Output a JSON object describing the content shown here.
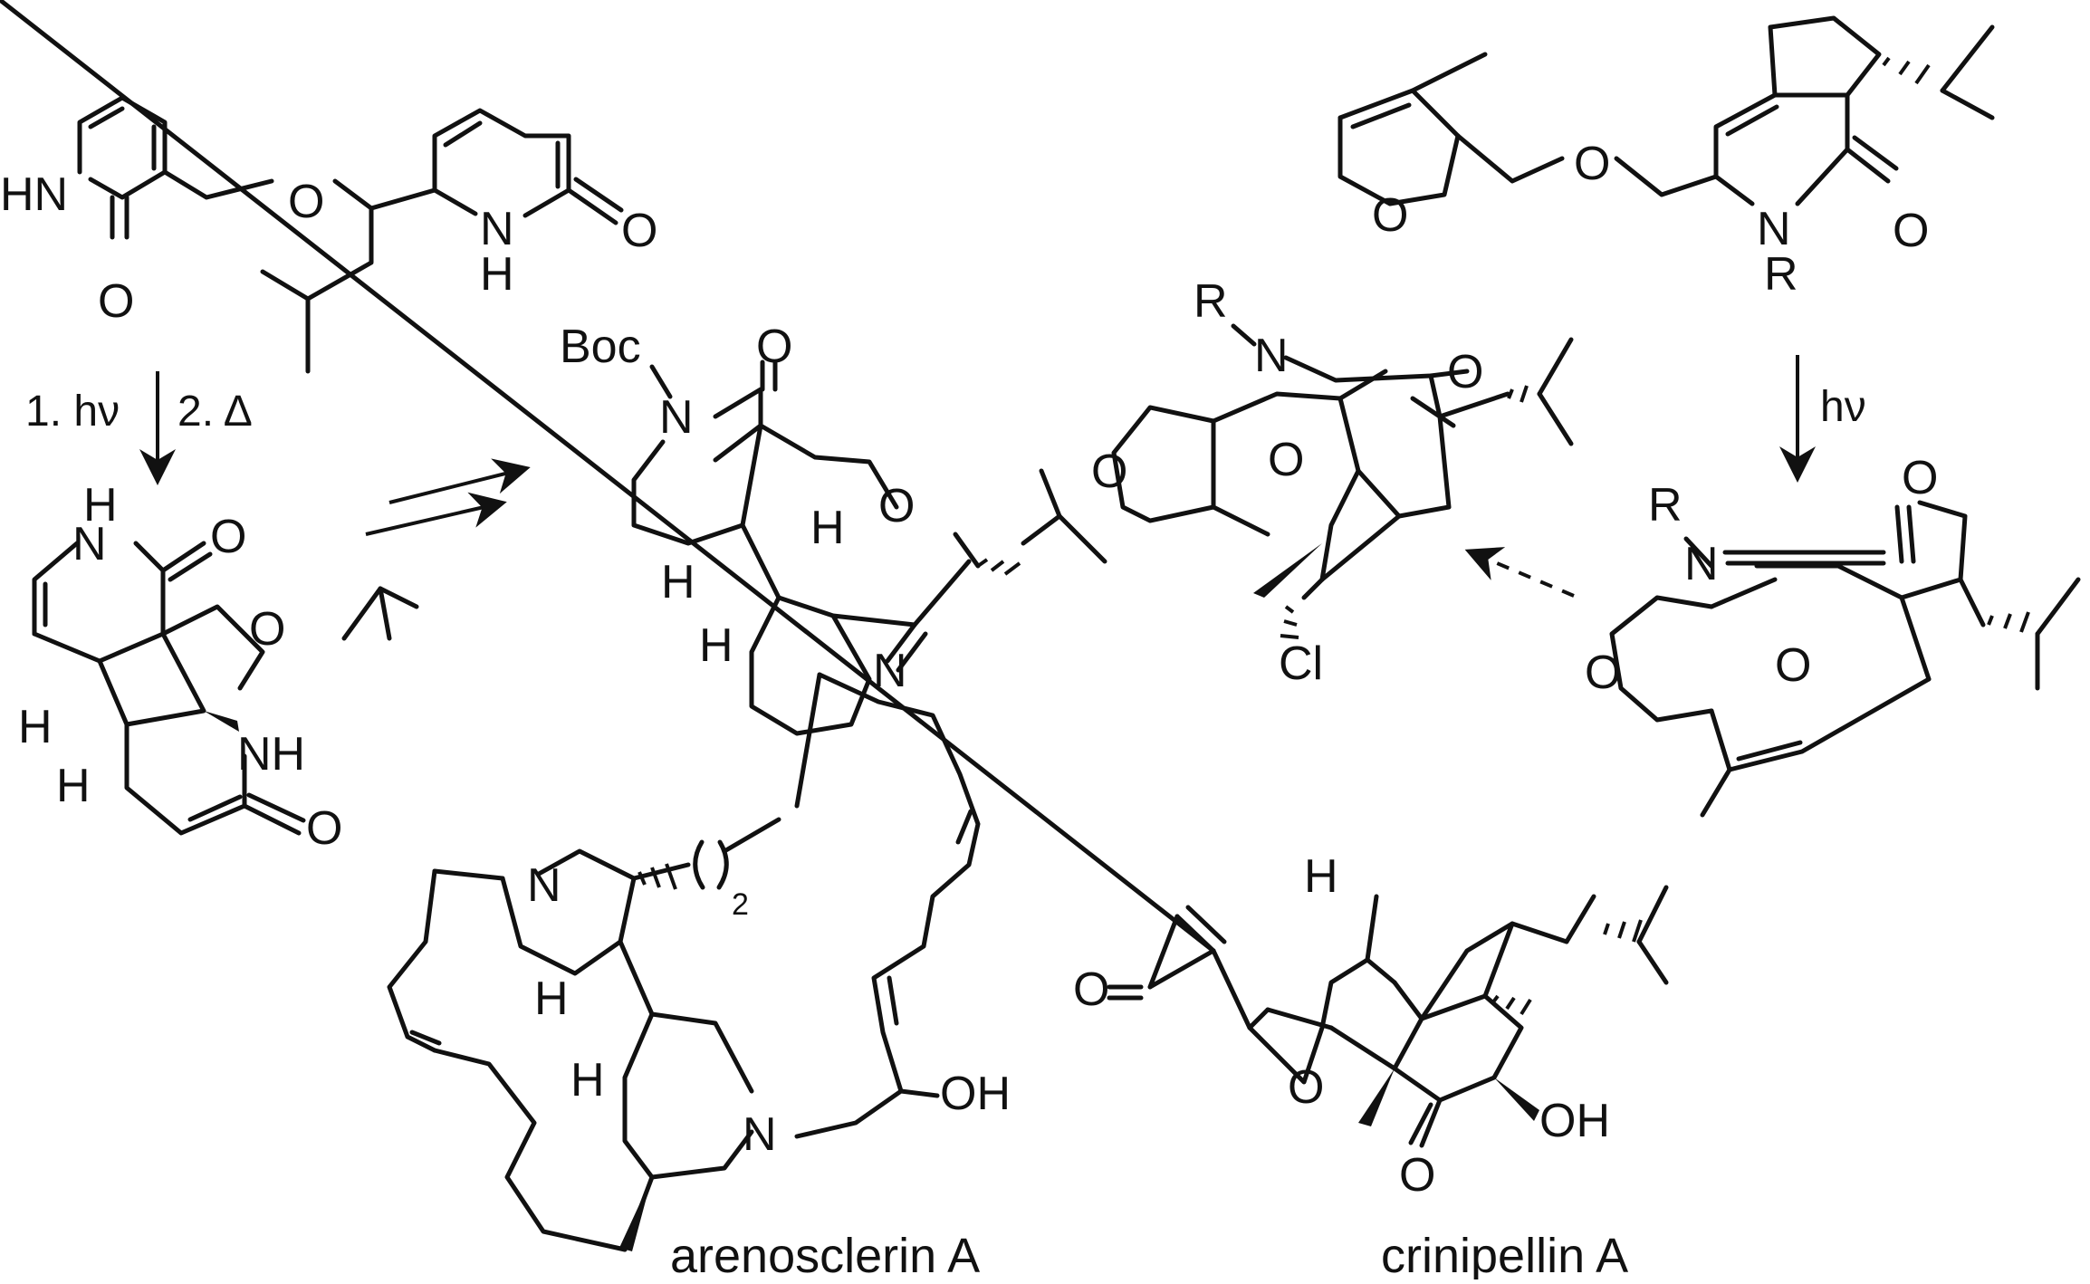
{
  "conditions": {
    "step1": "1. hν",
    "step2": "2. Δ",
    "photo": "hν"
  },
  "labels": {
    "HN": "HN",
    "NH": "NH",
    "N": "N",
    "H": "H",
    "O": "O",
    "R": "R",
    "Boc": "Boc",
    "Cl": "Cl",
    "OH": "OH",
    "sub2": "2"
  },
  "names": {
    "arenosclerin": "arenosclerin A",
    "crinipellin": "crinipellin A"
  }
}
